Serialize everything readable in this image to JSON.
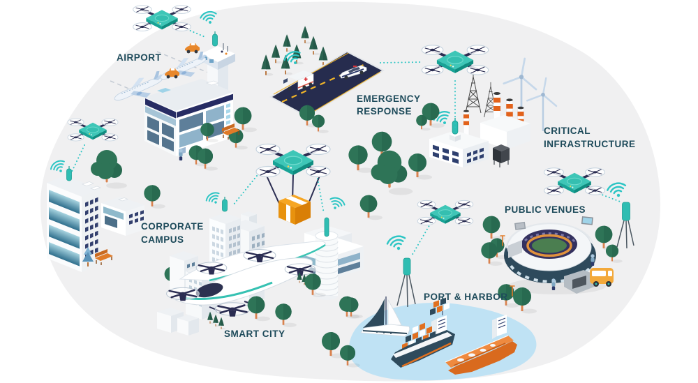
{
  "illustration": {
    "alt": "Isometric illustration of connected drone operations across seven environments",
    "labels": {
      "airport": "AIRPORT",
      "emergency_response": [
        "EMERGENCY",
        "RESPONSE"
      ],
      "critical_infrastructure": [
        "CRITICAL",
        "INFRASTRUCTURE"
      ],
      "corporate_campus": [
        "CORPORATE",
        "CAMPUS"
      ],
      "public_venues": "PUBLIC VENUES",
      "smart_city": "SMART CITY",
      "port_harbor": "PORT & HARBOR"
    },
    "icons": {
      "drone": "quadcopter-drone-icon",
      "wifi": "wifi-signal-icon",
      "antenna": "antenna-icon",
      "tripod": "tripod-antenna-icon"
    },
    "palette": {
      "background": "#ffffff",
      "blob": "#f0f0f1",
      "drone_teal": "#3ec6b7",
      "drone_teal_dark": "#18a396",
      "navy": "#2b2d52",
      "label_text": "#1d4a5a",
      "signal_teal": "#2cc5c4",
      "tree_green": "#2e7457",
      "trunk_orange": "#d9824f",
      "accent_orange": "#e8872a",
      "package_orange": "#f6a623",
      "road_navy": "#262c4e",
      "road_yellow": "#f0b429",
      "water_blue": "#bfe2f4",
      "stadium_navy": "#2e4a5c",
      "bus_yellow": "#f3a93a",
      "ship_orange": "#d96a1e",
      "glass_blue": "#8fb3ca",
      "window_navy": "#2e3f6e",
      "chimney_orange": "#e2621b"
    }
  }
}
